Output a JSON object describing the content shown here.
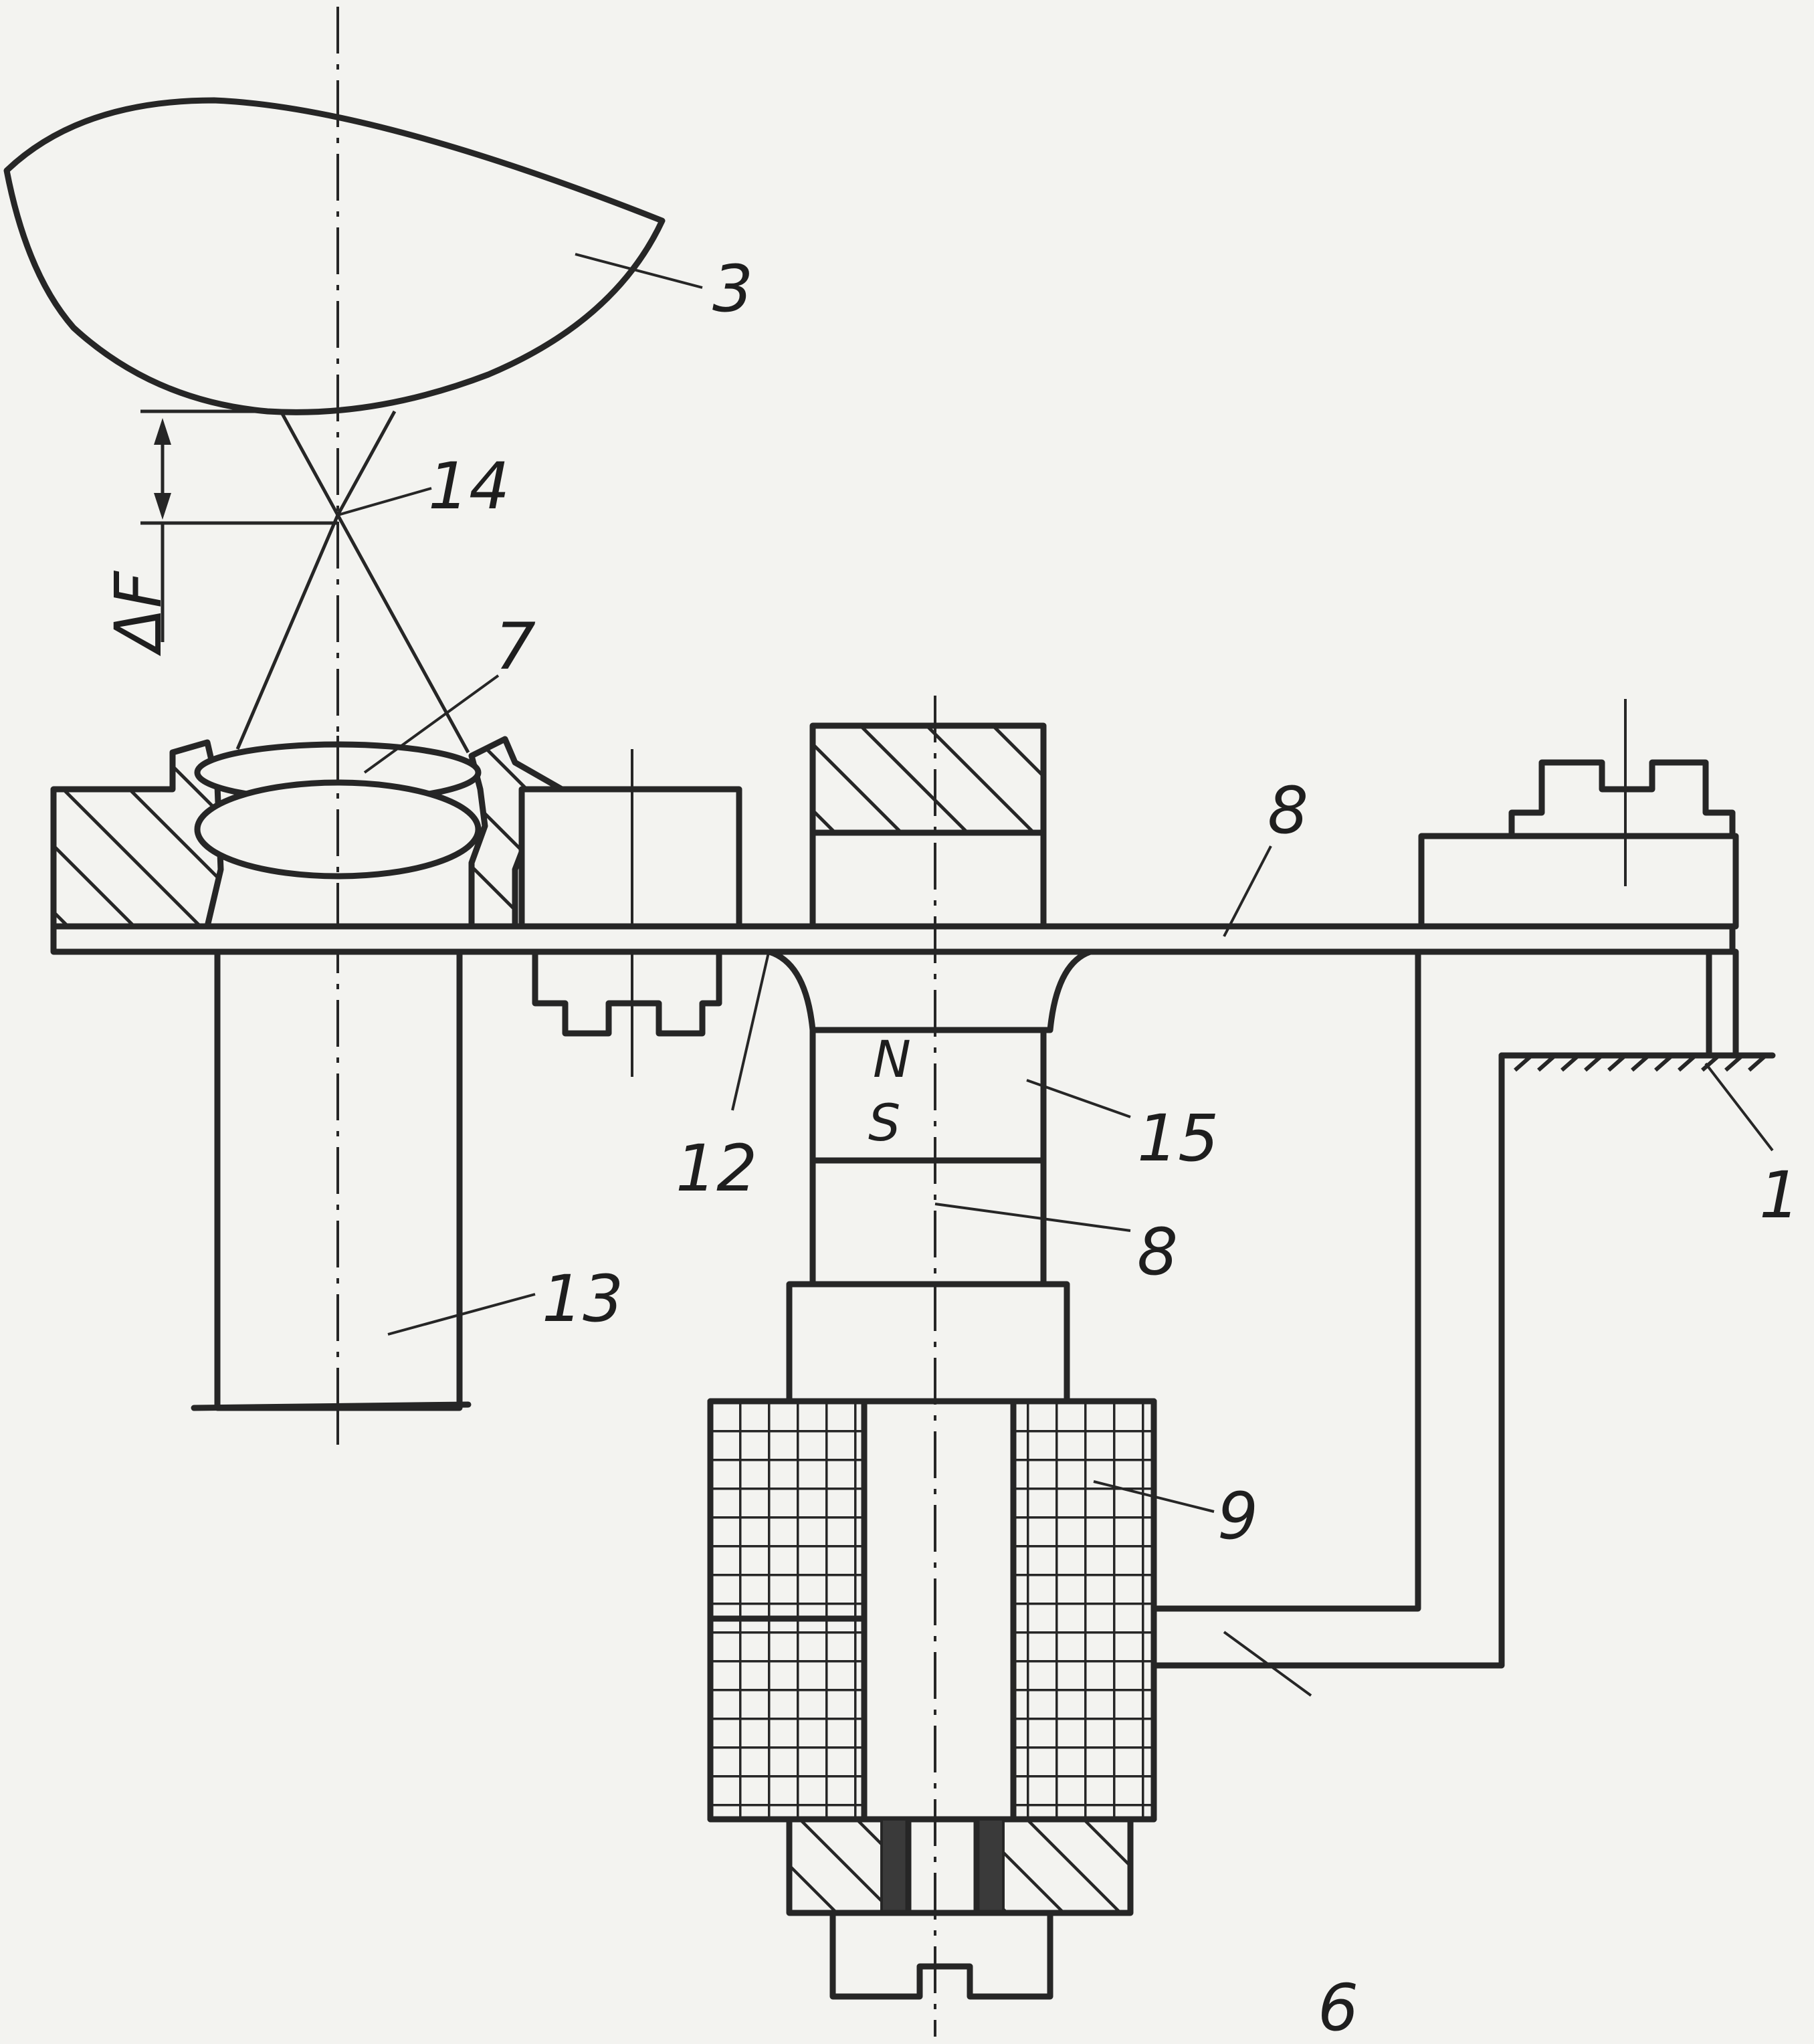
{
  "labels": {
    "l1": "1",
    "l3": "3",
    "l6": "6",
    "l7": "7",
    "l8a": "8",
    "l8b": "8",
    "l9": "9",
    "l12": "12",
    "l13": "13",
    "l14": "14",
    "l15": "15",
    "delta_f": "ΔF",
    "pole_n": "N",
    "pole_s": "S"
  },
  "colors": {
    "line": "#262626",
    "paper": "#f3f3f0"
  }
}
